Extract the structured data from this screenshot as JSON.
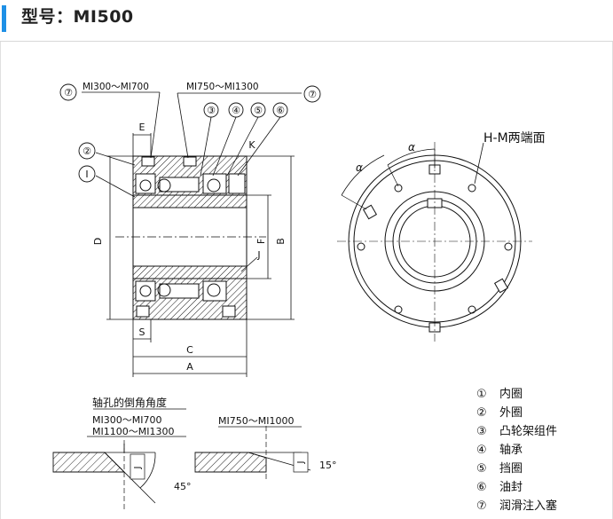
{
  "header": {
    "title": "型号：MI500",
    "accent_color": "#1e90e6"
  },
  "main_drawing": {
    "callouts": {
      "c7_left": "⑦",
      "c7_right": "⑦",
      "c3": "③",
      "c4": "④",
      "c5": "⑤",
      "c6": "⑥",
      "c2": "②",
      "c1": "Ⅰ"
    },
    "model_range_left": "MI300～MI700",
    "model_range_right": "MI750～MI1300",
    "dims": {
      "E": "E",
      "K": "K",
      "D": "D",
      "F": "F",
      "B": "B",
      "J": "J",
      "S": "S",
      "C": "C",
      "A": "A"
    }
  },
  "side_view": {
    "label": "H-M两端面",
    "alpha_1": "α",
    "alpha_2": "α"
  },
  "chamfer_detail": {
    "heading": "轴孔的倒角角度",
    "range_line1": "MI300～MI700",
    "range_line2": "MI1100～MI1300",
    "range_right": "MI750～MI1000",
    "angle_left": "45°",
    "angle_right": "15°",
    "j_left": "J",
    "j_right": "J"
  },
  "legend": [
    {
      "num": "①",
      "label": "内圈"
    },
    {
      "num": "②",
      "label": "外圈"
    },
    {
      "num": "③",
      "label": "凸轮架组件"
    },
    {
      "num": "④",
      "label": "轴承"
    },
    {
      "num": "⑤",
      "label": "挡圈"
    },
    {
      "num": "⑥",
      "label": "油封"
    },
    {
      "num": "⑦",
      "label": "润滑注入塞"
    }
  ]
}
